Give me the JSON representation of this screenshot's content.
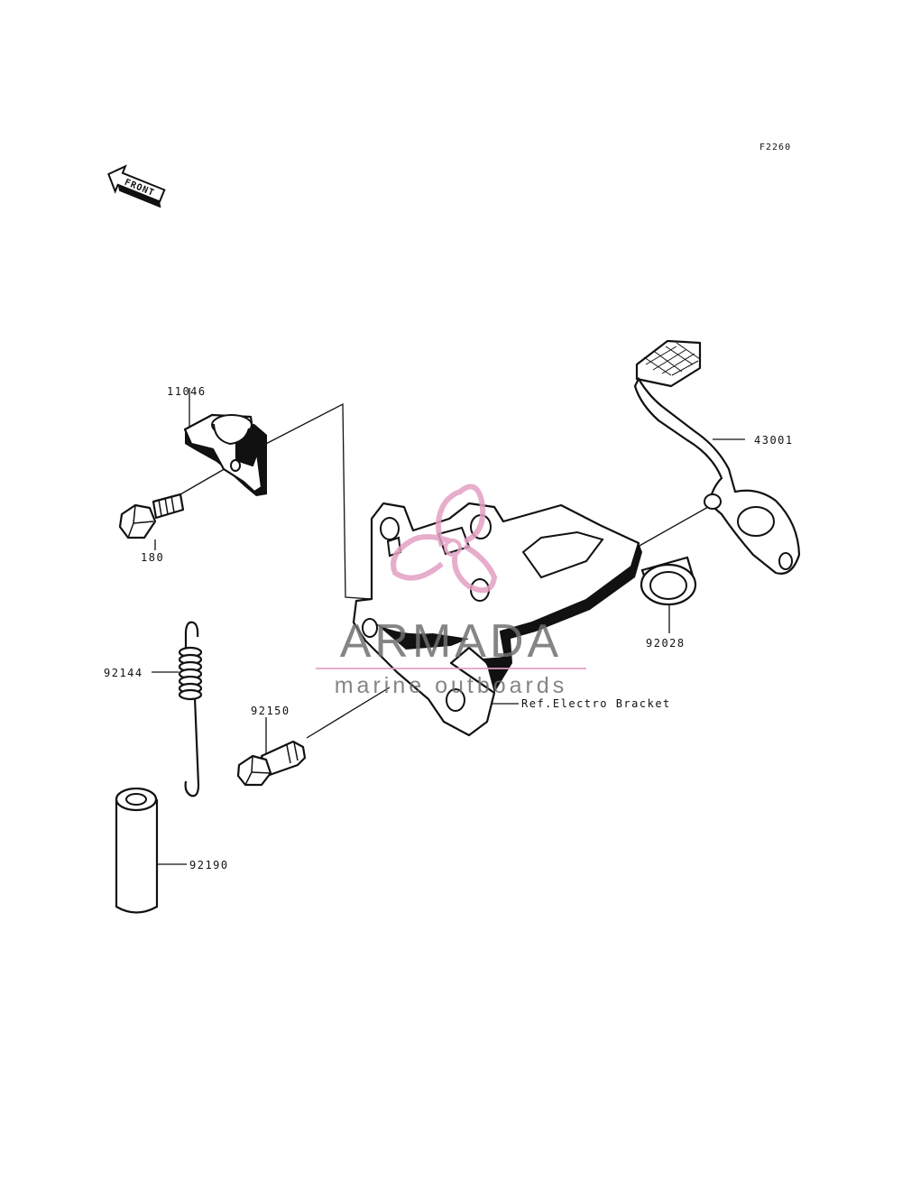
{
  "diagram_code": "F2260",
  "front_arrow_label": "FRONT",
  "parts": {
    "p11046": "11046",
    "p180": "180",
    "p92144": "92144",
    "p92150": "92150",
    "p92190": "92190",
    "p43001": "43001",
    "p92028": "92028"
  },
  "reference_label": "Ref.Electro Bracket",
  "watermark": {
    "title": "ARMADA",
    "subtitle": "marine outboards",
    "text_color": "#707070",
    "logo_color": "#e3a0c4"
  }
}
